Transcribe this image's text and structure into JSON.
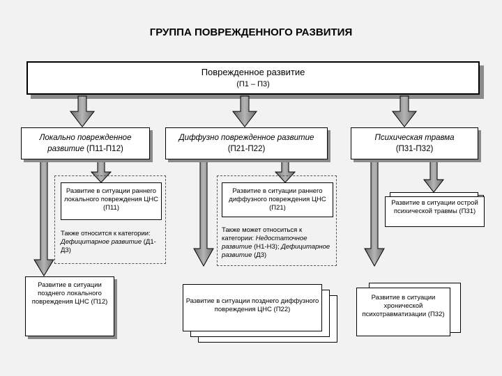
{
  "title": "ГРУППА ПОВРЕЖДЕННОГО РАЗВИТИЯ",
  "root": {
    "line1": "Поврежденное развитие",
    "line2": "(П1 – П3)"
  },
  "categories": [
    {
      "italic": "Локально поврежденное развитие",
      "code": "(П11-П12)"
    },
    {
      "italic": "Диффузно поврежденное развитие",
      "code": "(П21-П22)"
    },
    {
      "italic": "Психическая травма",
      "code": "(П31-П32)"
    }
  ],
  "col1": {
    "early": "Развитие в ситуации раннего локального повреждения ЦНС (П11)",
    "note_intro": "Также относится к категории:",
    "note_italic": "Дефицитарное развитие",
    "note_code": "(Д1-Д3)",
    "late": "Развитие в ситуации позднего локального повреждения ЦНС (П12)"
  },
  "col2": {
    "early": "Развитие в ситуации раннего диффузного повреждения ЦНС (П21)",
    "note_intro": "Также может относиться к категории:",
    "note_italic1": "Недостаточное развитие",
    "note_code1": "(Н1-Н3);",
    "note_italic2": "Дефицитарное развитие",
    "note_code2": "(Д3)",
    "late": "Развитие в ситуации позднего диффузного повреждения ЦНС (П22)"
  },
  "col3": {
    "acute": "Развитие в ситуации острой психической травмы (П31)",
    "chronic": "Развитие в ситуации хронической психотравматизации (П32)"
  }
}
